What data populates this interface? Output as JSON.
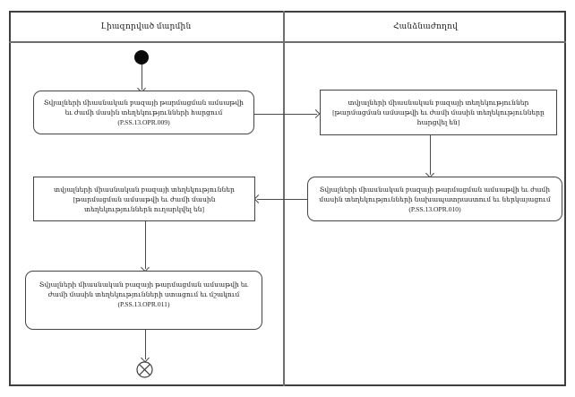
{
  "diagram": {
    "lanes": {
      "left": {
        "title": "Լիազորված մարմին"
      },
      "right": {
        "title": "Հանձնաժողով"
      }
    },
    "nodes": {
      "action009": {
        "label": "Տվյալների միասնական բազայի թարմացման ամսաթվի եւ ժամի մասին տեղեկությունների հարցում",
        "code": "(P.SS.13.OPR.009)"
      },
      "objectRequested": {
        "label": "տվյալների միասնական բազայի տեղեկություններ [թարմացման ամսաթվի եւ ժամի մասին տեղեկությունները հարցվել են]"
      },
      "action010": {
        "label": "Տվյալների միասնական բազայի թարմացման ամսաթվի եւ ժամի մասին տեղեկությունների նախապատրաստում եւ ներկայացում",
        "code": "(P.SS.13.OPR.010)"
      },
      "objectSent": {
        "label": "տվյալների միասնական բազայի տեղեկություններ [թարմացման ամսաթվի եւ ժամի մասին տեղեկություններն ուղարկվել են]"
      },
      "action011": {
        "label": "Տվյալների միասնական բազայի թարմացման ամսաթվի եւ ժամի մասին տեղեկությունների ստացում եւ մշակում",
        "code": "(P.SS.13.OPR.011)"
      }
    },
    "colors": {
      "line": "#4a4a4a",
      "lane_line": "#6e6e6e",
      "background": "#ffffff"
    }
  }
}
